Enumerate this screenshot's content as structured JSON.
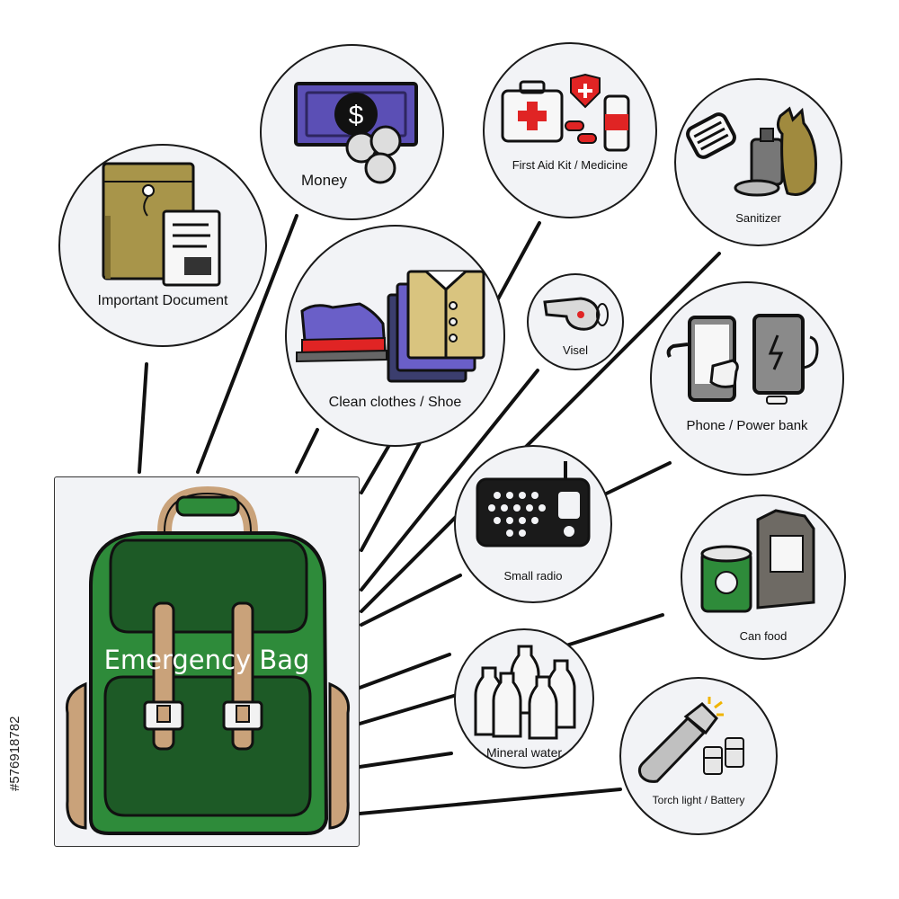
{
  "title": "Emergency Bag",
  "items": [
    {
      "id": "important-document",
      "label": "Important Document",
      "icon": "document-envelope-icon"
    },
    {
      "id": "money",
      "label": "Money",
      "icon": "money-icon"
    },
    {
      "id": "first-aid",
      "label": "First Aid Kit / Medicine",
      "icon": "first-aid-kit-icon"
    },
    {
      "id": "sanitizer",
      "label": "Sanitizer",
      "icon": "sanitizer-icon"
    },
    {
      "id": "clothes",
      "label": "Clean clothes / Shoe",
      "icon": "clothes-shoe-icon"
    },
    {
      "id": "visel",
      "label": "Visel",
      "icon": "whistle-icon"
    },
    {
      "id": "phone",
      "label": "Phone / Power bank",
      "icon": "phone-powerbank-icon"
    },
    {
      "id": "radio",
      "label": "Small radio",
      "icon": "radio-icon"
    },
    {
      "id": "can-food",
      "label": "Can food",
      "icon": "can-food-icon"
    },
    {
      "id": "water",
      "label": "Mineral water",
      "icon": "water-bottles-icon"
    },
    {
      "id": "torch",
      "label": "Torch light / Battery",
      "icon": "torch-battery-icon"
    }
  ],
  "colors": {
    "bag_green": "#2e8b3a",
    "bag_dark": "#1d5a26",
    "strap": "#c9a27a",
    "outline": "#111111",
    "bubble_fill": "#f2f3f6"
  },
  "credit": "#576918782"
}
